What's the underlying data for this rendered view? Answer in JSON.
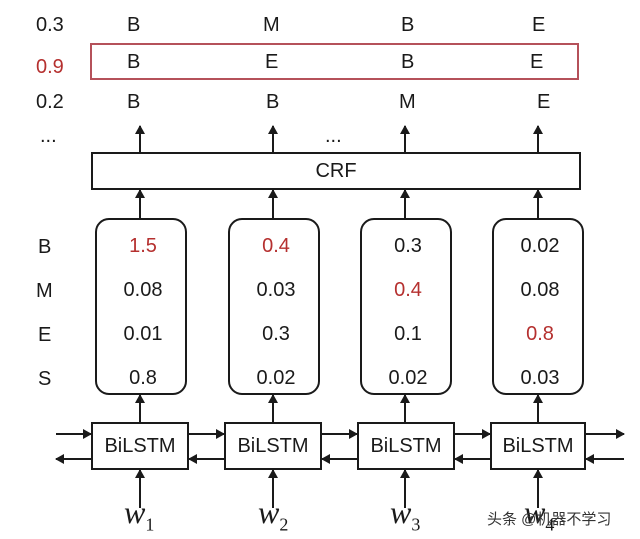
{
  "sequences": [
    {
      "score": "0.3",
      "tags": [
        "B",
        "M",
        "B",
        "E"
      ],
      "highlighted": false
    },
    {
      "score": "0.9",
      "tags": [
        "B",
        "E",
        "B",
        "E"
      ],
      "highlighted": true
    },
    {
      "score": "0.2",
      "tags": [
        "B",
        "B",
        "M",
        "E"
      ],
      "highlighted": false
    }
  ],
  "ellipsis": "...",
  "crf_label": "CRF",
  "tag_labels": [
    "B",
    "M",
    "E",
    "S"
  ],
  "emission_scores": [
    [
      "1.5",
      "0.08",
      "0.01",
      "0.8"
    ],
    [
      "0.4",
      "0.03",
      "0.3",
      "0.02"
    ],
    [
      "0.3",
      "0.4",
      "0.1",
      "0.02"
    ],
    [
      "0.02",
      "0.08",
      "0.8",
      "0.03"
    ]
  ],
  "max_score_index": [
    0,
    0,
    1,
    2
  ],
  "bilstm_label": "BiLSTM",
  "words": [
    {
      "base": "w",
      "sub": "1"
    },
    {
      "base": "w",
      "sub": "2"
    },
    {
      "base": "w",
      "sub": "3"
    },
    {
      "base": "w",
      "sub": "4"
    }
  ],
  "watermark": "头条 @机器不学习",
  "colors": {
    "highlight": "#b5302f",
    "line": "#1a1a1a"
  }
}
